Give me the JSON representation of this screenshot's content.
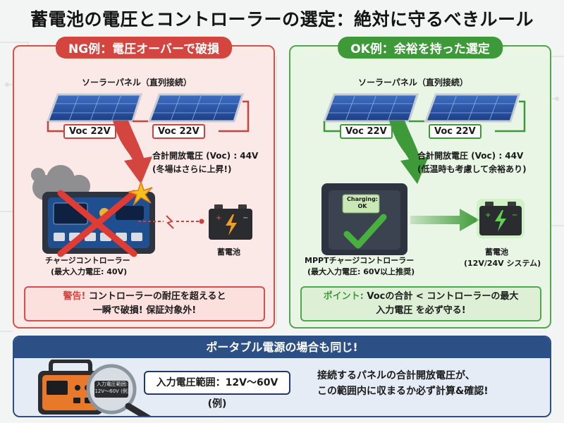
{
  "title": "蓄電池の電圧とコントローラーの選定：絶対に守るべきルール",
  "ng": {
    "tab": "NG例：電圧オーバーで破損",
    "panel_label": "ソーラーパネル（直列接続）",
    "voc_left": "Voc 22V",
    "voc_right": "Voc 22V",
    "total_line1": "合計開放電圧 (Voc) : 44V",
    "total_line2": "(冬場はさらに上昇!)",
    "controller_name": "チャージコントローラー",
    "controller_spec": "(最大入力電圧: 40V)",
    "battery_label": "蓄電池",
    "warn_prefix": "警告!",
    "warn_line1_rest": " コントローラーの耐圧を超えると",
    "warn_line2": "一瞬で破損! 保証対象外!"
  },
  "ok": {
    "tab": "OK例：余裕を持った選定",
    "panel_label": "ソーラーパネル（直列接続）",
    "voc_left": "Voc 22V",
    "voc_right": "Voc 22V",
    "total_line1": "合計開放電圧 (Voc) : 44V",
    "total_line2": "(低温時も考慮して余裕あり)",
    "screen_line1": "Charging:",
    "screen_line2": "OK",
    "controller_name": "MPPTチャージコントローラー",
    "controller_spec": "(最大入力電圧: 60V以上推奨)",
    "battery_label": "蓄電池",
    "battery_spec": "(12V/24V システム)",
    "point_prefix": "ポイント:",
    "point_line1_rest": " Vocの合計 < コントローラーの最大",
    "point_line2": "入力電圧 を必ず守る!"
  },
  "bottom": {
    "heading": "ポータブル電源の場合も同じ!",
    "magnifier_line1": "入力電圧範囲:",
    "magnifier_line2": "12V〜60V (例)",
    "range_label": "入力電圧範囲：12V〜60V (例)",
    "text_line1": "接続するパネルの合計開放電圧が、",
    "text_line2": "この範囲内に収まるか必ず計算&確認!"
  },
  "colors": {
    "ng_accent": "#d3453e",
    "ok_accent": "#3e9a39",
    "bottom_accent": "#2c4f86"
  }
}
